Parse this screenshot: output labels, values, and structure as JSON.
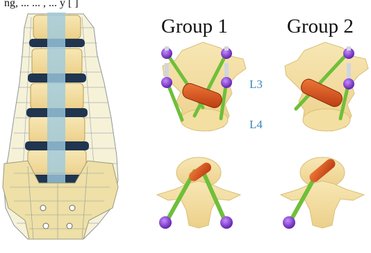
{
  "header": {
    "caption_partial": "ng, ... ... , ... y [ ]"
  },
  "groups": [
    {
      "label": "Group 1"
    },
    {
      "label": "Group 2"
    }
  ],
  "levels": {
    "upper": "L3",
    "lower": "L4"
  },
  "colors": {
    "bone": "#f3dea0",
    "bone_stroke": "#d8bf78",
    "rod": "#6fbf3a",
    "screw_head": "#7a2fd0",
    "cage": "#d9501a",
    "disc": "#1f3550",
    "canal": "#9ecbe0",
    "mesh": "#9aa0a6"
  }
}
